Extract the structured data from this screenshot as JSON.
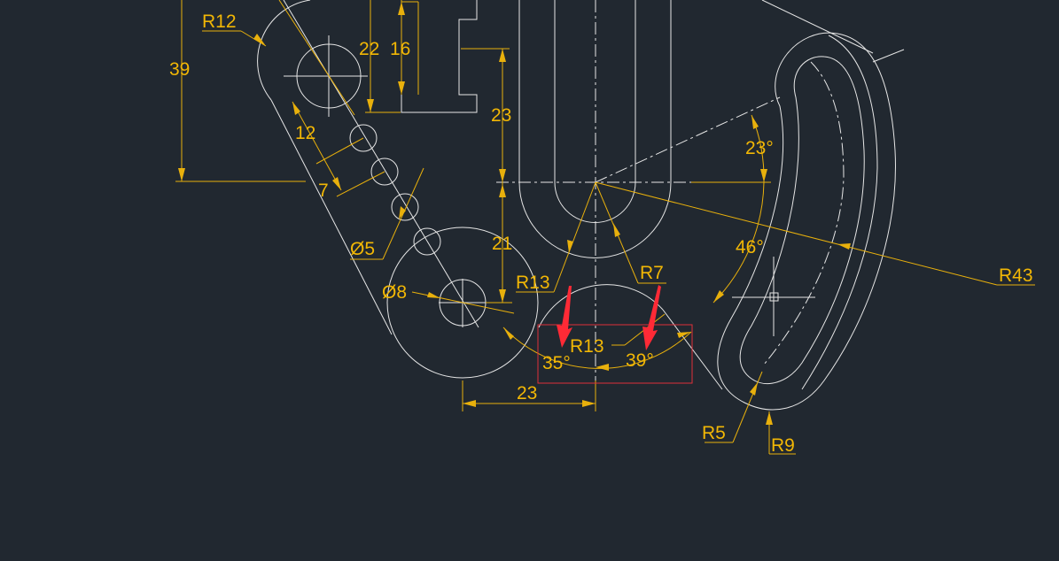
{
  "colors": {
    "background": "#212830",
    "geometry": "#e6e6e6",
    "dimension": "#f2b705",
    "highlight": "#e0303a"
  },
  "dimensions": {
    "r12": "R12",
    "d22": "22",
    "d16": "16",
    "d39": "39",
    "d23_vertical": "23",
    "d12": "12",
    "d7": "7",
    "a23": "23°",
    "d21": "21",
    "a46": "46°",
    "dia5": "Ø5",
    "dia8": "Ø8",
    "r13_left": "R13",
    "r7": "R7",
    "r43": "R43",
    "r13_bottom": "R13",
    "a35": "35°",
    "a39": "39°",
    "d23_horizontal": "23",
    "r5": "R5",
    "r9": "R9"
  },
  "markers": {
    "highlight_arrow_icon": "red-arrow-icon",
    "highlight_box": "annotation-box"
  }
}
